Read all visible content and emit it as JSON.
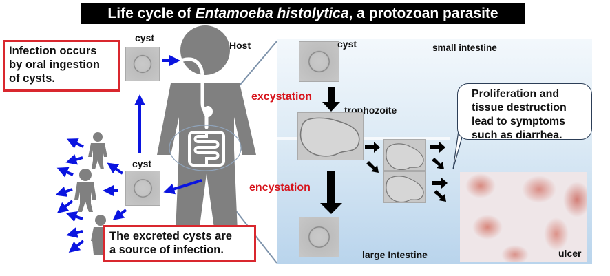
{
  "title": {
    "prefix": "Life cycle of ",
    "species": "Entamoeba histolytica",
    "suffix": ", a protozoan parasite"
  },
  "left": {
    "infection_box": [
      "Infection occurs",
      "by oral ingestion",
      "of cysts."
    ],
    "cyst_top_label": "cyst",
    "cyst_bottom_label": "cyst",
    "host_label": "Host",
    "excreted_box": [
      "The excreted cysts are",
      "a source of infection."
    ]
  },
  "panel": {
    "cyst_label": "cyst",
    "small_intestine_label": "small intestine",
    "excystation_label": "excystation",
    "trophozoite_label": "trophozoite",
    "encystation_label": "encystation",
    "large_intestine_label": "large Intestine",
    "callout": [
      "Proliferation and",
      "tissue destruction",
      "lead to symptoms",
      "such as diarrhea."
    ],
    "ulcer_label": "ulcer"
  },
  "colors": {
    "title_bg": "#000000",
    "red_border": "#d9272e",
    "red_text": "#d7141c",
    "blue_arrow": "#0a14e0",
    "figure_gray": "#808080",
    "panel_blue": "#b9d4ec"
  }
}
